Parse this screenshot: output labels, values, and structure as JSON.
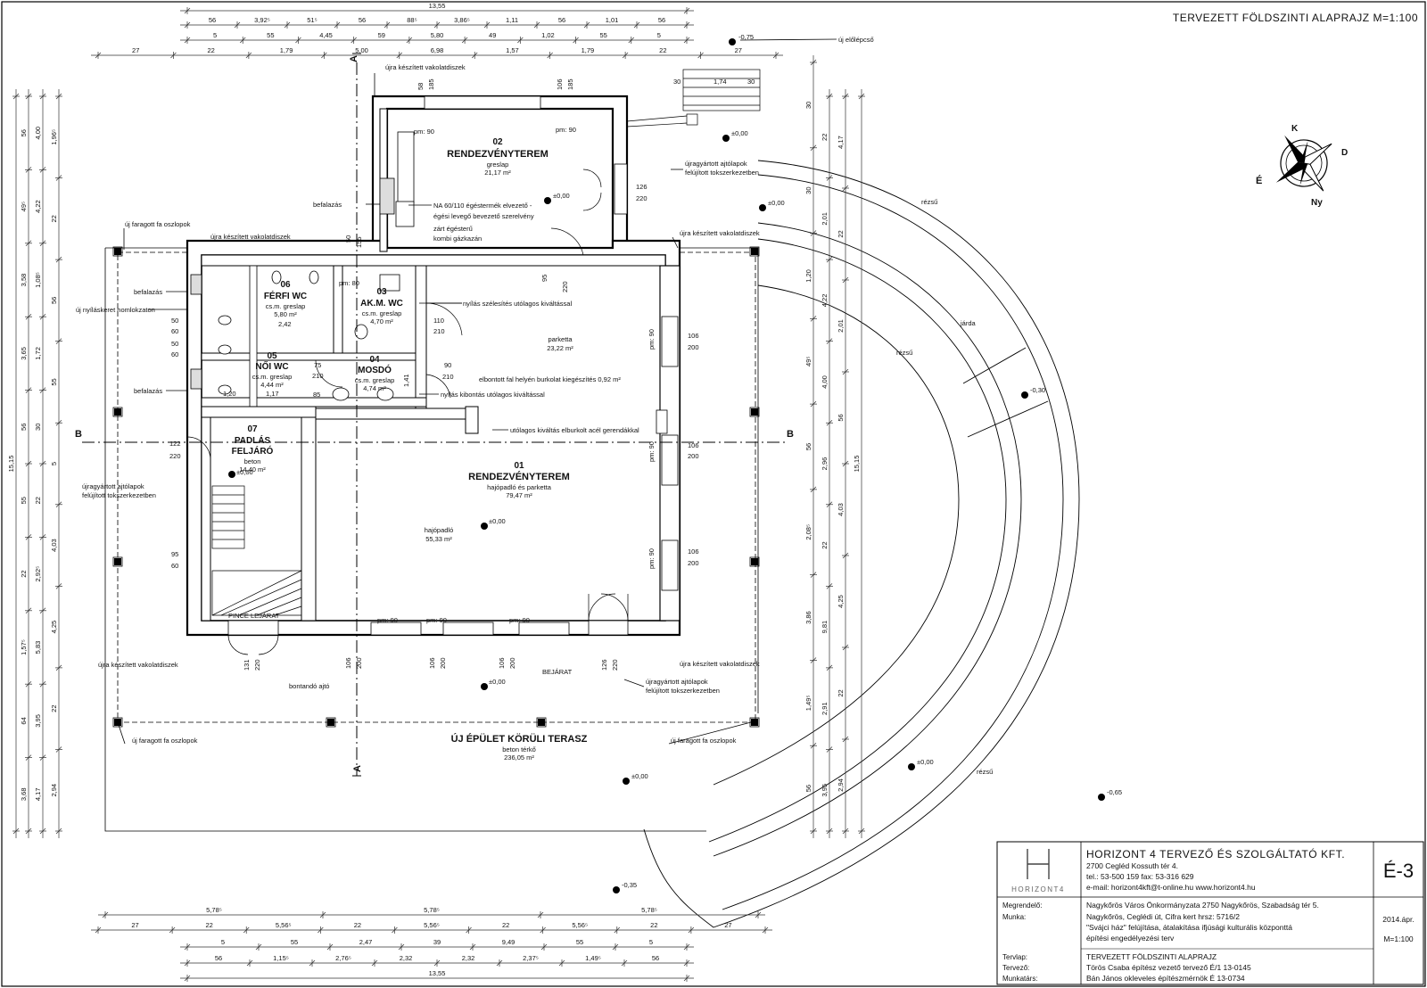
{
  "drawing_title": "TERVEZETT FÖLDSZINTI ALAPRAJZ M=1:100",
  "rooms": {
    "r02": {
      "num": "02",
      "name": "RENDEZVÉNYTEREM",
      "floor": "greslap",
      "area": "21,17 m²"
    },
    "r06": {
      "num": "06",
      "name": "FÉRFI WC",
      "floor": "cs.m. greslap",
      "area": "5,80 m²"
    },
    "r03": {
      "num": "03",
      "name": "AK.M. WC",
      "floor": "cs.m. greslap",
      "area": "4,70 m²"
    },
    "r05": {
      "num": "05",
      "name": "NŐI WC",
      "floor": "cs.m. greslap",
      "area": "4,44 m²"
    },
    "r04": {
      "num": "04",
      "name": "MOSDÓ",
      "floor": "cs.m. greslap",
      "area": "4,74 m²"
    },
    "r07": {
      "num": "07",
      "name": "PADLÁS",
      "name2": "FELJÁRÓ",
      "floor": "beton",
      "area": "14,40 m²"
    },
    "r01": {
      "num": "01",
      "name": "RENDEZVÉNYTEREM",
      "floor": "hajópadló és parketta",
      "area": "79,47 m²"
    },
    "parketta": {
      "name": "parketta",
      "area": "23,22 m²"
    },
    "hajopadlo": {
      "name": "hajópadló",
      "area": "55,33 m²"
    },
    "terrace": {
      "name": "ÚJ ÉPÜLET KÖRÜLI TERASZ",
      "floor": "beton térkő",
      "area": "236,05 m²"
    }
  },
  "notes": {
    "vakolat1": "újra készített vakolatdiszek",
    "vakolat2": "újra készített vakolatdiszek",
    "vakolat3": "újra készített vakolatdiszek",
    "vakolat4": "újra készített vakolatdiszek",
    "vakolat5": "újra készített vakolatdiszek",
    "oszlop1": "új faragott fa oszlopok",
    "oszlop2": "új faragott fa oszlopok",
    "oszlop3": "új faragott fa oszlopok",
    "befalazas1": "befalazás",
    "befalazas2": "befalazás",
    "befalazas3": "befalazás",
    "nyilaskeret": "új nyíláskeret homlokzaton",
    "egesterm": "NA 60/110 égéstermék elvezető -",
    "egesterm2": "égési levegő bevezető szerelvény",
    "kombi1": "zárt égésterű",
    "kombi2": "kombi gázkazán",
    "nyilasszel": "nyílás szélesítés utólagos kiváltással",
    "elbontott": "elbontott fal helyén burkolat kiegészítés 0,92 m²",
    "nyilaskib": "nyílás kibontás utólagos kiváltással",
    "utolagos": "utólagos kiváltás elburkolt acél gerendákkal",
    "ajto1a": "újragyártott ajtólapok",
    "ajto1b": "felújított tokszerkezetben",
    "ajto2a": "újragyártott ajtólapok",
    "ajto2b": "felújított tokszerkezetben",
    "ajto3a": "újragyártott ajtólapok",
    "ajto3b": "felújított tokszerkezetben",
    "bontando": "bontandó ajtó",
    "bejarat": "BEJÁRAT",
    "pince": "PINCE LEJÁRAT",
    "elolepcso": "új előlépcső",
    "rezsu1": "rézsű",
    "rezsu2": "rézsű",
    "rezsu3": "rézsű",
    "jarda": "járda"
  },
  "levels": {
    "l1": "-0,75",
    "l2": "±0,00",
    "l3": "±0,00",
    "l4": "±0,00",
    "l5": "±0,00",
    "l6": "±0,00",
    "l7": "±0,00",
    "l8": "±0,00",
    "l9": "-0,30",
    "l10": "±0,00",
    "l11": "-0,65",
    "l12": "-0,35",
    "l13": "±0,00"
  },
  "dims_top": {
    "total": "13,55",
    "row1": [
      "56",
      "3,92⁵",
      "51⁵",
      "56",
      "88⁵",
      "3,86⁵",
      "1,11",
      "56",
      "1,01",
      "56"
    ],
    "row2": [
      "5",
      "55",
      "4,45",
      "59",
      "5,80",
      "49",
      "1,02",
      "55",
      "5"
    ],
    "row3": [
      "27",
      "22",
      "1,79",
      "5,00",
      "6,98",
      "1,57",
      "1,79",
      "22",
      "27"
    ]
  },
  "dims_bottom": {
    "row1": [
      "5,78⁵",
      "5,78⁵",
      "5,78⁵"
    ],
    "row2": [
      "27",
      "22",
      "5,56⁵",
      "22",
      "5,56⁵",
      "22",
      "5,56⁵",
      "22",
      "27"
    ],
    "row3": [
      "5",
      "55",
      "2,47",
      "39",
      "9,49",
      "55",
      "5"
    ],
    "row4": [
      "56",
      "1,15⁵",
      "2,76⁵",
      "2,32",
      "2,32",
      "2,37⁵",
      "1,49⁵",
      "56"
    ],
    "total": "13,55"
  },
  "dims_left": {
    "total": "15,15",
    "a": [
      "56",
      "49⁵",
      "3,58",
      "3,65",
      "56",
      "55",
      "22",
      "1,57⁵",
      "64",
      "3,68",
      "4,00",
      "4,22",
      "1,08⁵",
      "1,72",
      "30",
      "22",
      "2,92⁵",
      "5,83",
      "3,95",
      "4,17",
      "1,96⁵",
      "22",
      "56",
      "55",
      "5",
      "4,03",
      "4,25",
      "22",
      "2,94"
    ]
  },
  "dims_right": {
    "total": "15,15",
    "a": [
      "30",
      "30",
      "1,20",
      "49⁵",
      "56",
      "2,08⁵",
      "3,86",
      "1,49⁵",
      "56",
      "22",
      "2,01",
      "4,22",
      "4,00",
      "2,96",
      "22",
      "9,81",
      "2,91",
      "3,95",
      "4,17",
      "22",
      "2,01",
      "56",
      "4,03",
      "4,25",
      "22",
      "2,94"
    ]
  },
  "openings": {
    "w1a": "106",
    "w1b": "200",
    "w2a": "106",
    "w2b": "200",
    "w3a": "106",
    "w3b": "200",
    "w4a": "106",
    "w4b": "200",
    "w5a": "106",
    "w5b": "200",
    "w6a": "106",
    "w6b": "200",
    "d1a": "126",
    "d1b": "220",
    "d2a": "110",
    "d2b": "210",
    "d3a": "90",
    "d3b": "210",
    "d4a": "75",
    "d4b": "210",
    "d5a": "95",
    "d5b": "220",
    "d6a": "122",
    "d6b": "220",
    "d7a": "131",
    "d7b": "220",
    "d8a": "126",
    "d8b": "220",
    "pm1": "pm: 90",
    "pm2": "pm: 90",
    "pm3": "pm: 90",
    "pm4": "pm: 90",
    "pm5": "pm: 90",
    "pm6": "pm: 90",
    "pm7": "pm: 90",
    "pm8": "pm: 90",
    "pm9": "pm: 80",
    "top1": "58",
    "top2": "185",
    "top3": "106",
    "top4": "185",
    "stair1": "30",
    "stair2": "1,74",
    "stair3": "30",
    "s1": "50",
    "s2": "60",
    "s3": "50",
    "s4": "60",
    "s5": "95",
    "s6": "60",
    "wc1": "2,42",
    "wc2": "1,20",
    "wc3": "1,17",
    "wc4": "85",
    "wc5": "1,41",
    "wc6": "50",
    "wc7": "155"
  },
  "axis": {
    "a_top": "A",
    "a_bottom": "A",
    "b_left": "B",
    "b_right": "B"
  },
  "compass": {
    "n": "K",
    "e": "D",
    "s": "Ny",
    "w": "É"
  },
  "title_block": {
    "logo": "HORIZONT4",
    "company": "HORIZONT 4 TERVEZŐ ÉS SZOLGÁLTATÓ KFT.",
    "address": "2700 Cegléd Kossuth tér 4.",
    "tel": "tel.: 53-500 159  fax: 53-316 629",
    "email": "e-mail: horizont4kft@t-online.hu   www.horizont4.hu",
    "sheet": "É-3",
    "megrendelo_l": "Megrendelő:",
    "megrendelo_v": "Nagykőrös Város Önkormányzata   2750 Nagykőrös, Szabadság tér 5.",
    "munka_l": "Munka:",
    "munka_v1": "Nagykőrös, Ceglédi út, Cifra kert hrsz: 5716/2",
    "munka_v2": "\"Svájci ház\" felújítása, átalakítása ifjúsági kulturális központtá",
    "munka_v3": "építési engedélyezési terv",
    "tervlap_l": "Tervlap:",
    "tervlap_v": "TERVEZETT FÖLDSZINTI ALAPRAJZ",
    "tervezo_l": "Tervező:",
    "tervezo_v": "Törös Csaba építész vezető tervező É/1 13-0145",
    "munkatars_l": "Munkatárs:",
    "munkatars_v": "Bán János okleveles építészmérnök É 13-0734",
    "date": "2014.ápr.",
    "scale": "M=1:100"
  }
}
